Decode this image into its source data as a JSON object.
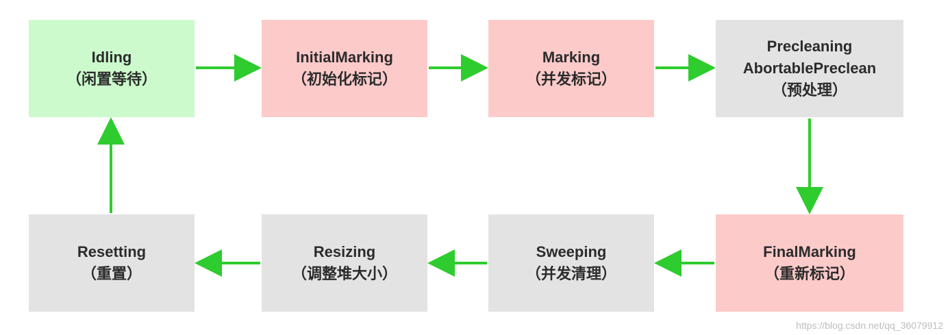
{
  "nodes": {
    "idling": {
      "line1": "Idling",
      "line2": "（闲置等待）"
    },
    "initial_marking": {
      "line1": "InitialMarking",
      "line2": "（初始化标记）"
    },
    "marking": {
      "line1": "Marking",
      "line2": "（并发标记）"
    },
    "precleaning": {
      "line1": "Precleaning",
      "line2": "AbortablePreclean",
      "line3": "（预处理）"
    },
    "final_marking": {
      "line1": "FinalMarking",
      "line2": "（重新标记）"
    },
    "sweeping": {
      "line1": "Sweeping",
      "line2": "（并发清理）"
    },
    "resizing": {
      "line1": "Resizing",
      "line2": "（调整堆大小）"
    },
    "resetting": {
      "line1": "Resetting",
      "line2": "（重置）"
    }
  },
  "colors": {
    "arrow": "#2ecc2e",
    "idle_fill": "#ccfacc",
    "pause_fill": "#fdcaca",
    "concurrent_fill": "#e3e3e3"
  },
  "watermark": "https://blog.csdn.net/qq_36079912"
}
